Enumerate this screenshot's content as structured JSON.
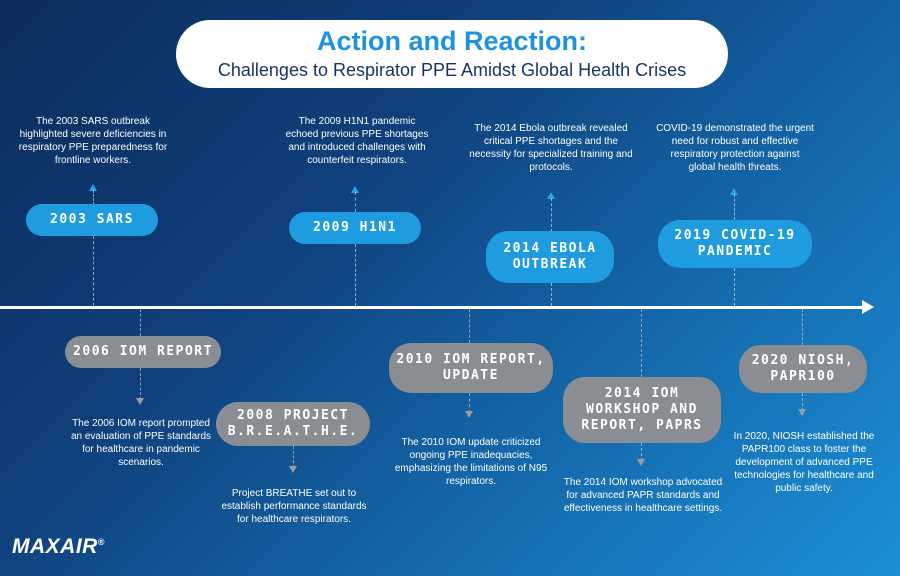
{
  "title": {
    "main": "Action and Reaction:",
    "sub": "Challenges to Respirator PPE Amidst Global Health Crises"
  },
  "events_above": [
    {
      "label": "2003 SARS",
      "text": "The 2003 SARS outbreak highlighted severe deficiencies in respiratory PPE preparedness for frontline workers."
    },
    {
      "label": "2009 H1N1",
      "text": "The 2009 H1N1 pandemic echoed previous PPE shortages and introduced challenges with counterfeit respirators."
    },
    {
      "label": "2014 EBOLA\nOUTBREAK",
      "text": "The 2014 Ebola outbreak revealed critical PPE shortages and the necessity for specialized training and protocols."
    },
    {
      "label": "2019 COVID-19\nPANDEMIC",
      "text": "COVID-19 demonstrated the urgent need for robust and effective respiratory protection against global health threats."
    }
  ],
  "events_below": [
    {
      "label": "2006 IOM REPORT",
      "text": "The 2006 IOM report prompted an evaluation of PPE standards for healthcare in pandemic scenarios."
    },
    {
      "label": "2008 PROJECT\nB.R.E.A.T.H.E.",
      "text": "Project BREATHE set out to establish performance standards for healthcare respirators."
    },
    {
      "label": "2010 IOM REPORT,\nUPDATE",
      "text": "The 2010 IOM update criticized ongoing PPE inadequacies, emphasizing the limitations of N95 respirators."
    },
    {
      "label": "2014 IOM\nWORKSHOP AND\nREPORT, PAPRS",
      "text": "The 2014 IOM workshop advocated for advanced PAPR standards and effectiveness in healthcare settings."
    },
    {
      "label": "2020 NIOSH,\nPAPR100",
      "text": "In 2020, NIOSH established the PAPR100 class to foster the development of advanced PPE technologies for healthcare and public safety."
    }
  ],
  "logo": {
    "text": "MAXAIR",
    "mark": "®"
  },
  "colors": {
    "above": "#1f9be0",
    "below": "#8a8d91",
    "title": "#1e93dd"
  }
}
